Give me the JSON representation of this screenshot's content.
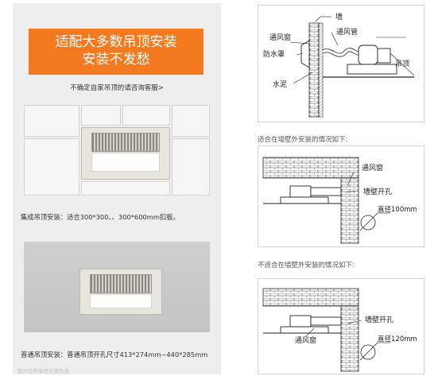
{
  "left": {
    "banner_line1": "适配大多数吊顶安装",
    "banner_line2": "安装不发愁",
    "consult_text": "不确定自家吊顶的请咨询客服>",
    "caption1": "集成吊顶安装：适合300*300、、300*600mm扣板。",
    "caption2": "普通吊顶安装：普通吊顶开孔尺寸413*274mm~440*285mm",
    "footnote": "图片仅供参考实物为准"
  },
  "diagram1": {
    "wall": "墙",
    "vent": "通风窗",
    "duct": "通风管",
    "hood": "防水罩",
    "ceiling": "吊顶",
    "cement": "水泥"
  },
  "diagram2": {
    "title": "适合在墙壁外安装的情况如下:",
    "vent": "通风窗",
    "hole": "墙壁开孔",
    "diameter": "直径100mm"
  },
  "diagram3": {
    "title": "不适合在墙壁外安装的情况如下:",
    "hole": "墙壁开孔",
    "vent": "通风窗",
    "diameter": "直径120mm"
  },
  "colors": {
    "banner": "#f47a20",
    "panel": "#eeeeee"
  }
}
